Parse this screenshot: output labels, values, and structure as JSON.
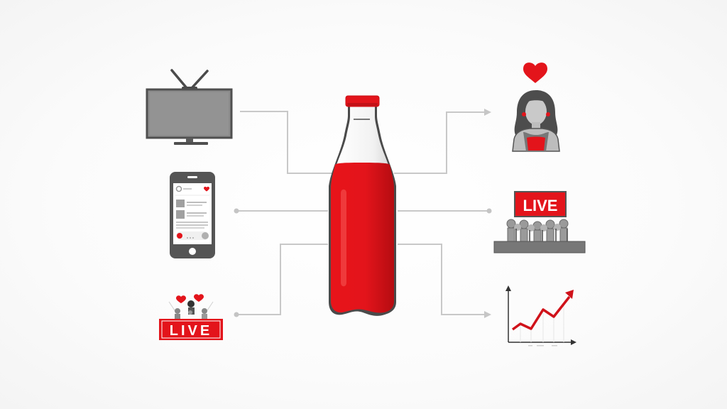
{
  "diagram": {
    "type": "hub-and-spoke",
    "center": {
      "id": "bottle",
      "label": "",
      "icon": "red-soda-bottle-icon"
    },
    "left_nodes": [
      {
        "id": "tv",
        "icon": "television-icon",
        "label": ""
      },
      {
        "id": "smartphone",
        "icon": "smartphone-social-feed-icon",
        "label": ""
      },
      {
        "id": "live-stream",
        "icon": "live-stream-audience-icon",
        "label": "LIVE"
      }
    ],
    "right_nodes": [
      {
        "id": "influencer",
        "icon": "woman-with-heart-icon",
        "label": ""
      },
      {
        "id": "live-event",
        "icon": "live-event-crowd-icon",
        "label": "LIVE"
      },
      {
        "id": "growth-chart",
        "icon": "rising-trend-chart-icon",
        "label": ""
      }
    ],
    "edges": [
      {
        "from": "tv",
        "to": "bottle",
        "style": "elbow"
      },
      {
        "from": "smartphone",
        "to": "bottle",
        "style": "straight-dot"
      },
      {
        "from": "live-stream",
        "to": "bottle",
        "style": "elbow-dot"
      },
      {
        "from": "bottle",
        "to": "influencer",
        "style": "elbow-arrow"
      },
      {
        "from": "bottle",
        "to": "live-event",
        "style": "straight-dot"
      },
      {
        "from": "bottle",
        "to": "growth-chart",
        "style": "elbow-arrow"
      }
    ]
  },
  "labels": {
    "live_left": "LIVE",
    "live_right": "LIVE"
  },
  "colors": {
    "background": "#fbfbfb",
    "accent_red": "#e3141b",
    "dark_red": "#b00d12",
    "icon_gray": "#8a8a8a",
    "outline_dark": "#4a4a4a",
    "connector": "#c8c8c8"
  }
}
